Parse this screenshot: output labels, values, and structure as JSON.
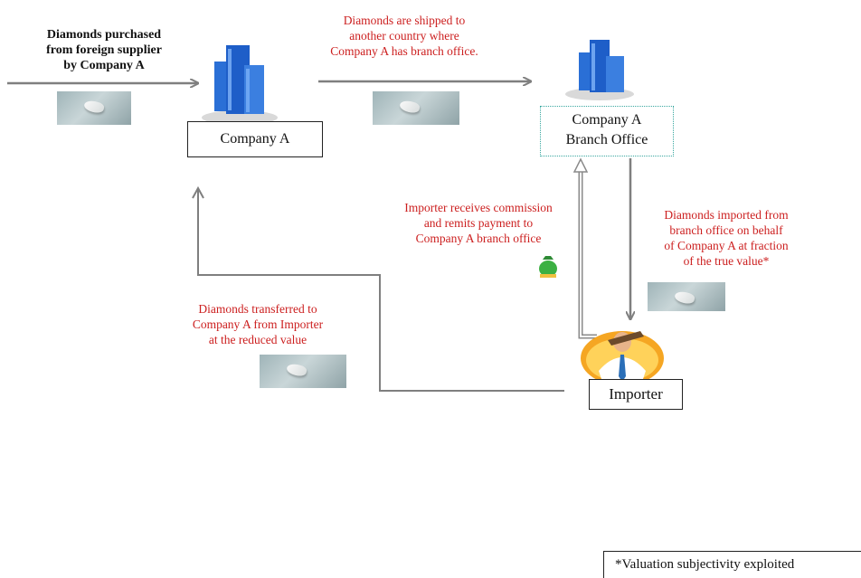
{
  "labels": {
    "purchase": [
      "Diamonds purchased",
      "from foreign supplier",
      "by Company A"
    ],
    "shipped": [
      "Diamonds are shipped to",
      "another country where",
      "Company A has branch office."
    ],
    "commission": [
      "Importer receives commission",
      "and remits payment to",
      "Company A branch office"
    ],
    "imported": [
      "Diamonds imported from",
      "branch office on behalf",
      "of Company A at fraction",
      "of the true value*"
    ],
    "transferred": [
      "Diamonds transferred to",
      "Company A from Importer",
      "at the reduced value"
    ]
  },
  "nodes": {
    "company_a": "Company A",
    "branch": [
      "Company A",
      "Branch Office"
    ],
    "importer": "Importer"
  },
  "footnote": "*Valuation subjectivity exploited",
  "icons": {
    "building": "office-building-icon",
    "diamond": "diamond-icon",
    "money": "money-bag-icon",
    "person": "businessman-icon"
  },
  "colors": {
    "label_red": "#cc1f1f",
    "arrow": "#7f7f7f",
    "building": "#1e5ec8"
  }
}
